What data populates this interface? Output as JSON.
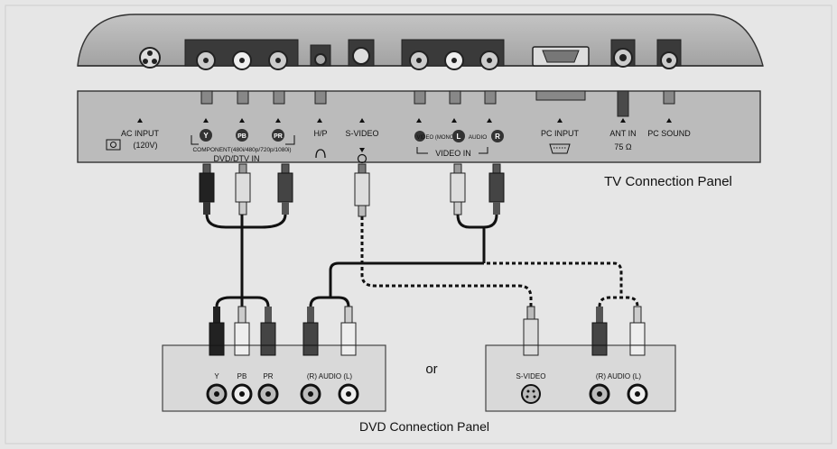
{
  "tv_panel": {
    "title": "TV Connection Panel",
    "labels": {
      "ac_input": "AC INPUT",
      "ac_voltage": "(120V)",
      "hp": "H/P",
      "s_video": "S-VIDEO",
      "component": "COMPONENT(480i/480p/720p/1080i)",
      "dvd_dtv_in": "DVD/DTV IN",
      "video_mono": "VIDEO (MONO)",
      "audio": "AUDIO",
      "video_in": "VIDEO IN",
      "pc_input": "PC INPUT",
      "ant_in": "ANT IN",
      "ant_impedance": "75 Ω",
      "pc_sound": "PC SOUND"
    },
    "jack_letters": {
      "y": "Y",
      "pb": "PB",
      "pr": "PR",
      "l": "L",
      "r": "R"
    }
  },
  "separator_or": "or",
  "dvd_panel": {
    "title": "DVD Connection Panel",
    "left_labels": {
      "y": "Y",
      "pb": "PB",
      "pr": "PR",
      "audio": "(R) AUDIO (L)"
    },
    "right_labels": {
      "s_video": "S-VIDEO",
      "audio": "(R) AUDIO (L)"
    }
  }
}
